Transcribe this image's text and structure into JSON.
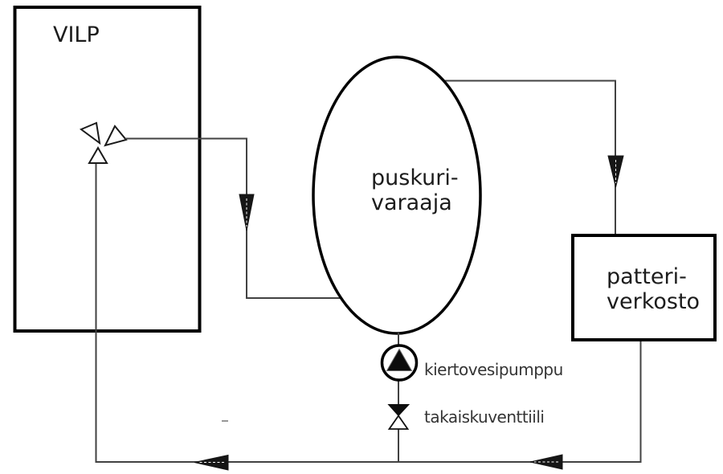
{
  "colors": {
    "background": "#ffffff",
    "shape_stroke": "#000000",
    "pipe": "#424242",
    "arrow_fill": "#161616",
    "node_text": "#1c1c1c",
    "annotation_text": "#343434"
  },
  "nodes": {
    "heat_pump": {
      "label": "VILP",
      "shape": "rectangle"
    },
    "buffer_tank": {
      "label_line1": "puskuri-",
      "label_line2": "varaaja",
      "shape": "ellipse"
    },
    "radiator_network": {
      "label_line1": "patteri-",
      "label_line2": "verkosto",
      "shape": "rectangle"
    }
  },
  "annotations": {
    "circulation_pump": {
      "label": "kiertovesipumppu"
    },
    "check_valve": {
      "label": "takaiskuventtiili"
    }
  },
  "icons": {
    "fan": "fan-icon",
    "circulation_pump": "pump-icon",
    "check_valve": "check-valve-icon",
    "flow_direction": "flow-arrow-icon"
  },
  "flow": {
    "directions": [
      "heat-pump to buffer-tank: down arrow",
      "buffer-tank to radiator-network: down arrow",
      "radiator-network return: left arrow",
      "return to heat-pump: left arrow"
    ]
  }
}
